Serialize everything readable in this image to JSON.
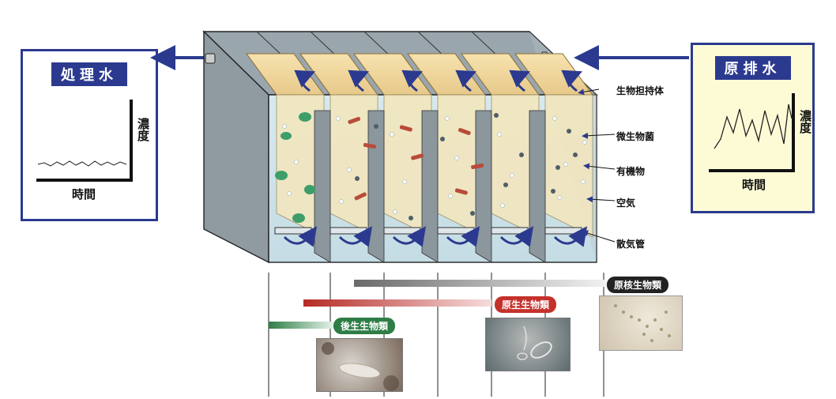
{
  "left_panel": {
    "title": "処理水",
    "y_label": "濃度",
    "x_label": "時間"
  },
  "right_panel": {
    "title": "原排水",
    "y_label": "濃度",
    "x_label": "時間"
  },
  "tank_labels": {
    "carrier": "生物担持体",
    "microbes": "微生物菌",
    "organic": "有機物",
    "air": "空気",
    "diffuser": "散気管"
  },
  "organisms": {
    "primitive": "原核生物類",
    "protozoa": "原生生物類",
    "metazoa": "後生生物類"
  },
  "colors": {
    "frame": "#2b3a8f",
    "left_panel_bg": "#ffffff",
    "right_panel_bg": "#fdfbd6",
    "arrow": "#2b3a8f",
    "bar_gray": "#7a7a7a",
    "bar_red": "#c4312b",
    "bar_green": "#2e7d46"
  }
}
